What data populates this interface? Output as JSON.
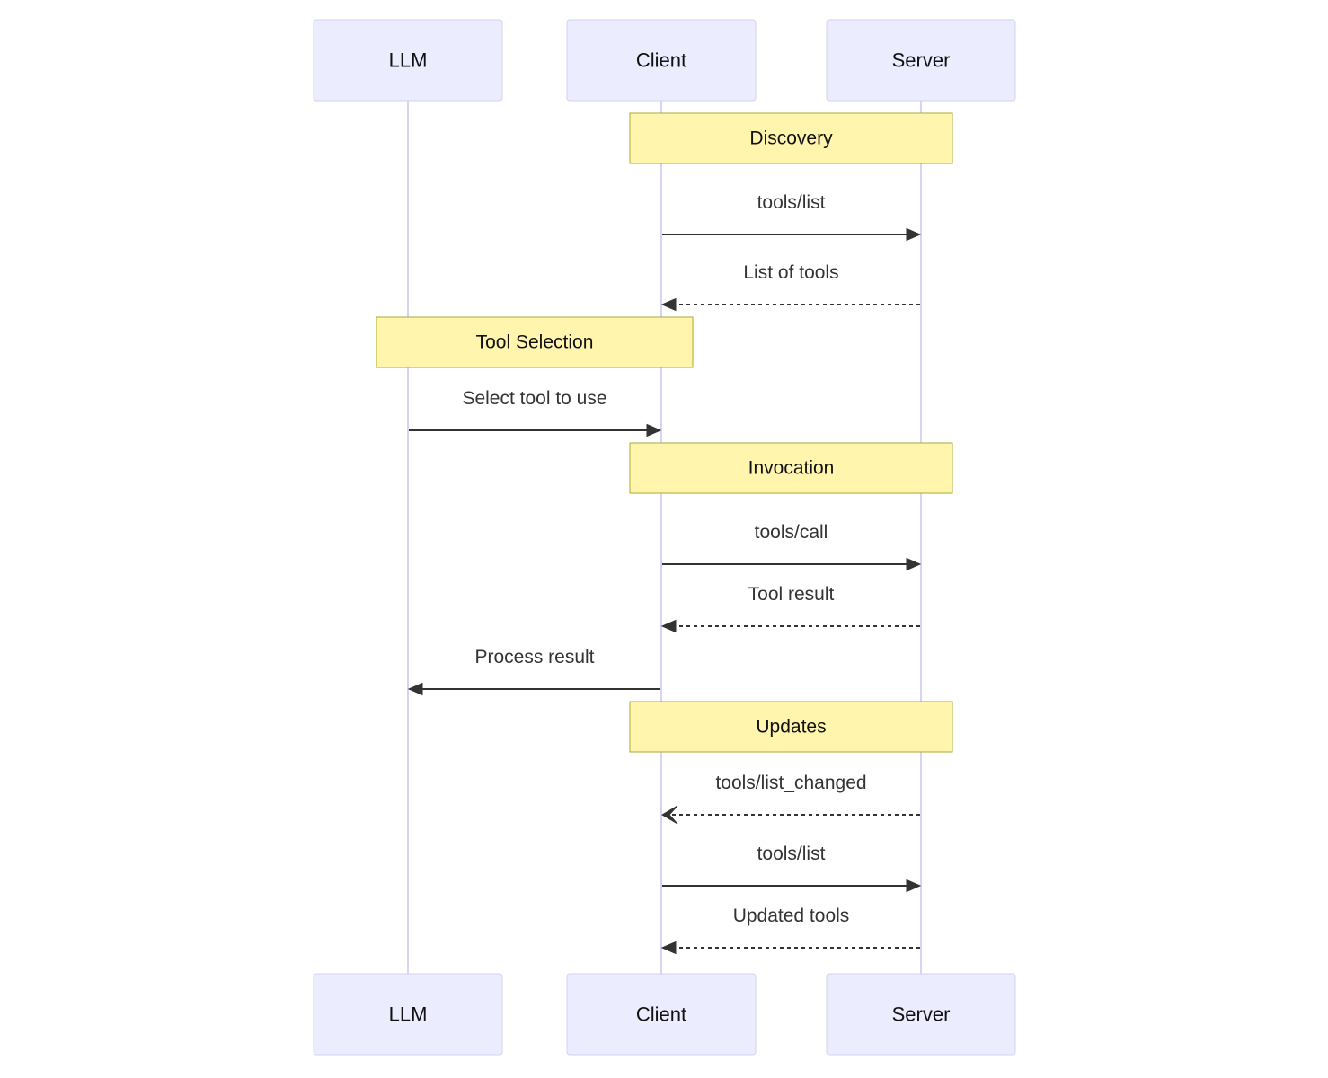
{
  "diagram": {
    "type": "sequence",
    "participants": [
      {
        "id": "llm",
        "label": "LLM"
      },
      {
        "id": "client",
        "label": "Client"
      },
      {
        "id": "server",
        "label": "Server"
      }
    ],
    "steps": [
      {
        "kind": "note",
        "text": "Discovery",
        "over": [
          "client",
          "server"
        ]
      },
      {
        "kind": "message",
        "from": "client",
        "to": "server",
        "text": "tools/list",
        "style": "solid",
        "arrow": "filled"
      },
      {
        "kind": "message",
        "from": "server",
        "to": "client",
        "text": "List of tools",
        "style": "dashed",
        "arrow": "filled"
      },
      {
        "kind": "note",
        "text": "Tool Selection",
        "over": [
          "llm",
          "client"
        ]
      },
      {
        "kind": "message",
        "from": "llm",
        "to": "client",
        "text": "Select tool to use",
        "style": "solid",
        "arrow": "filled"
      },
      {
        "kind": "note",
        "text": "Invocation",
        "over": [
          "client",
          "server"
        ]
      },
      {
        "kind": "message",
        "from": "client",
        "to": "server",
        "text": "tools/call",
        "style": "solid",
        "arrow": "filled"
      },
      {
        "kind": "message",
        "from": "server",
        "to": "client",
        "text": "Tool result",
        "style": "dashed",
        "arrow": "filled"
      },
      {
        "kind": "message",
        "from": "client",
        "to": "llm",
        "text": "Process result",
        "style": "solid",
        "arrow": "filled"
      },
      {
        "kind": "note",
        "text": "Updates",
        "over": [
          "client",
          "server"
        ]
      },
      {
        "kind": "message",
        "from": "server",
        "to": "client",
        "text": "tools/list_changed",
        "style": "dashed",
        "arrow": "open"
      },
      {
        "kind": "message",
        "from": "client",
        "to": "server",
        "text": "tools/list",
        "style": "solid",
        "arrow": "filled"
      },
      {
        "kind": "message",
        "from": "server",
        "to": "client",
        "text": "Updated tools",
        "style": "dashed",
        "arrow": "filled"
      }
    ]
  }
}
